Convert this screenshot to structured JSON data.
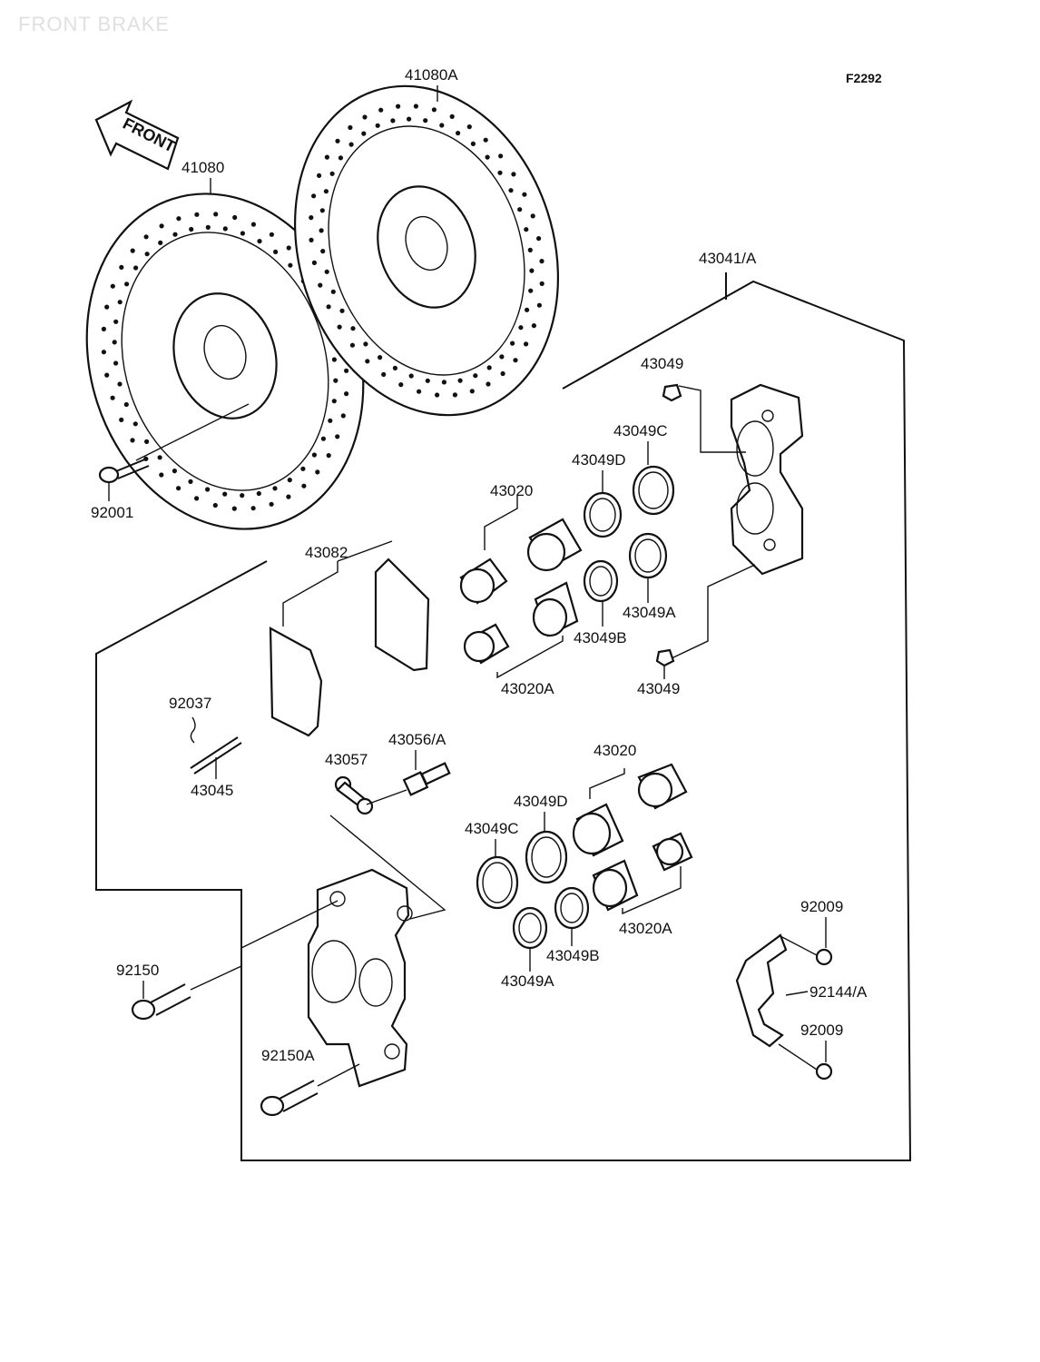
{
  "watermark": "FRONT BRAKE",
  "figure_code": "F2292",
  "front_arrow_label": "FRONT",
  "labels": {
    "disc_right": "41080A",
    "disc_left": "41080",
    "caliper_assy": "43041/A",
    "bleeder_cap_top": "43049",
    "seal_c_top": "43049C",
    "seal_d_top": "43049D",
    "piston_top": "43020",
    "pad": "43082",
    "disc_bolt": "92001",
    "seal_a_top": "43049A",
    "seal_b_top": "43049B",
    "piston_a_top": "43020A",
    "bleeder_cap_bottom": "43049",
    "clip": "92037",
    "pin": "43045",
    "bracket": "43057",
    "bleeder_valve": "43056/A",
    "piston_bottom": "43020",
    "seal_d_bottom": "43049D",
    "seal_c_bottom": "43049C",
    "piston_a_bottom": "43020A",
    "seal_b_bottom": "43049B",
    "seal_a_bottom": "43049A",
    "screw_top": "92009",
    "cover": "92144/A",
    "screw_bottom": "92009",
    "caliper_bolt": "92150",
    "caliper_bolt_a": "92150A"
  }
}
